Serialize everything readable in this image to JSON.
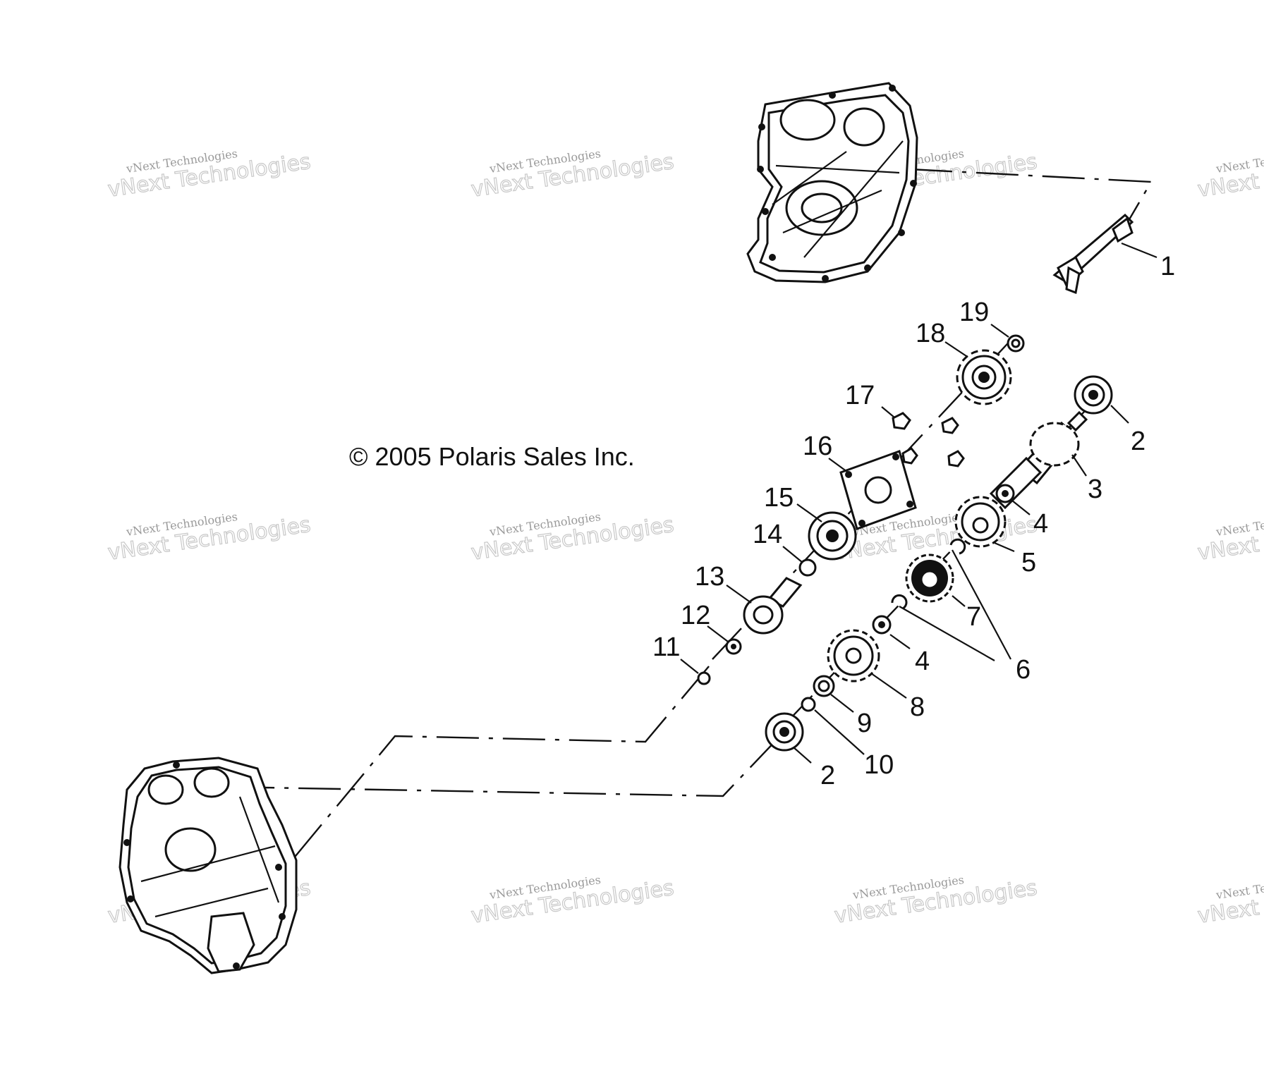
{
  "copyright": "© 2005 Polaris Sales Inc.",
  "watermark": {
    "line1": "vNext Technologies",
    "line2": "vNext Technologies"
  },
  "callouts": {
    "c1": "1",
    "c2a": "2",
    "c2b": "2",
    "c3": "3",
    "c4a": "4",
    "c4b": "4",
    "c5": "5",
    "c6": "6",
    "c7": "7",
    "c8": "8",
    "c9": "9",
    "c10": "10",
    "c11": "11",
    "c12": "12",
    "c13": "13",
    "c14": "14",
    "c15": "15",
    "c16": "16",
    "c17": "17",
    "c18": "18",
    "c19": "19"
  }
}
